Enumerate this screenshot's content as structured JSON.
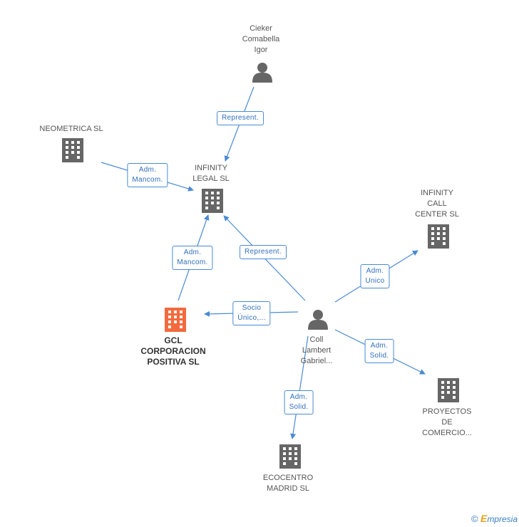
{
  "colors": {
    "edge": "#4a8ad4",
    "node_icon": "#666666",
    "main_icon": "#f26a3d"
  },
  "nodes": {
    "cieker": {
      "label": "Cieker\nComabella\nIgor",
      "icon": "person-icon"
    },
    "neometrica": {
      "label": "NEOMETRICA SL",
      "icon": "building-icon"
    },
    "infinity_legal": {
      "label": "INFINITY\nLEGAL SL",
      "icon": "building-icon"
    },
    "infinity_call": {
      "label": "INFINITY\nCALL\nCENTER SL",
      "icon": "building-icon"
    },
    "gcl": {
      "label": "GCL\nCORPORACION\nPOSITIVA SL",
      "icon": "building-icon"
    },
    "coll": {
      "label": "Coll\nLambert\nGabriel...",
      "icon": "person-icon"
    },
    "proyectos": {
      "label": "PROYECTOS\nDE\nCOMERCIO...",
      "icon": "building-icon"
    },
    "ecocentro": {
      "label": "ECOCENTRO\nMADRID SL",
      "icon": "building-icon"
    }
  },
  "edges": {
    "cieker_legal": "Represent.",
    "neometrica_legal": "Adm.\nMancom.",
    "gcl_legal": "Adm.\nMancom.",
    "coll_legal": "Represent.",
    "coll_gcl": "Socio\nÚnico,...",
    "coll_call": "Adm.\nUnico",
    "coll_proyectos": "Adm.\nSolid.",
    "coll_ecocentro": "Adm.\nSolid."
  },
  "footer": {
    "copyright": "©",
    "brand_initial": "E",
    "brand_rest": "mpresia"
  }
}
